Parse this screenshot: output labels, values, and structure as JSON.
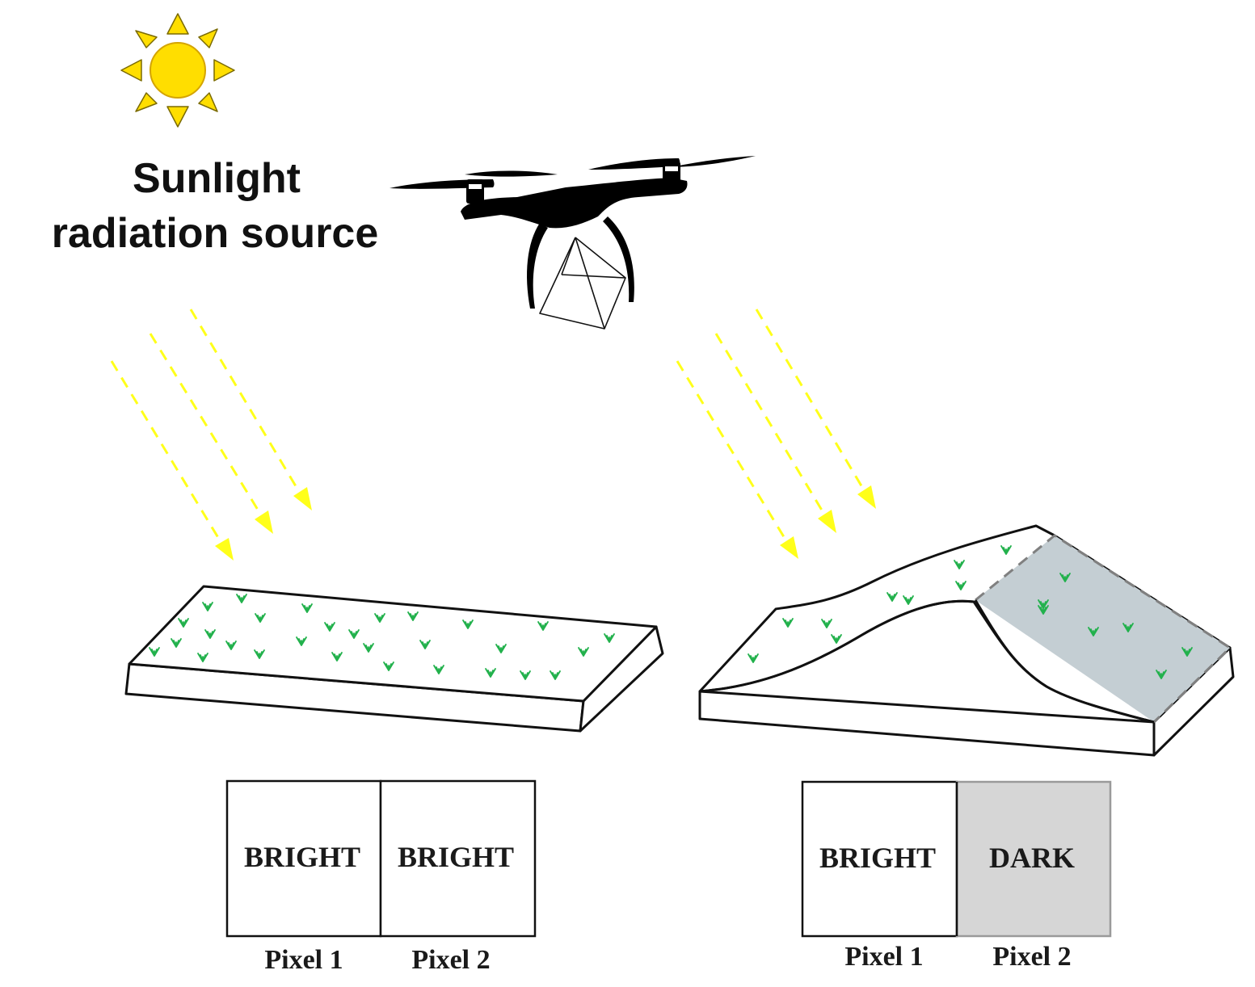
{
  "title": {
    "line1": "Sunlight",
    "line2": "radiation source"
  },
  "colors": {
    "sun": "#ffde00",
    "sun_outline": "#d4a400",
    "ray": "#ffff1a",
    "grass": "#22b14c",
    "shadow_slope": "#c4ced3",
    "dark_pixel": "#d6d6d6",
    "drone": "#000000"
  },
  "icons": {
    "sun": "sun-icon",
    "drone": "drone-icon"
  },
  "left_scene": {
    "surface": "flat-terrain",
    "pixels": [
      {
        "value": "BRIGHT",
        "label": "Pixel 1"
      },
      {
        "value": "BRIGHT",
        "label": "Pixel 2"
      }
    ]
  },
  "right_scene": {
    "surface": "sloped-terrain",
    "pixels": [
      {
        "value": "BRIGHT",
        "label": "Pixel 1"
      },
      {
        "value": "DARK",
        "label": "Pixel 2"
      }
    ]
  }
}
